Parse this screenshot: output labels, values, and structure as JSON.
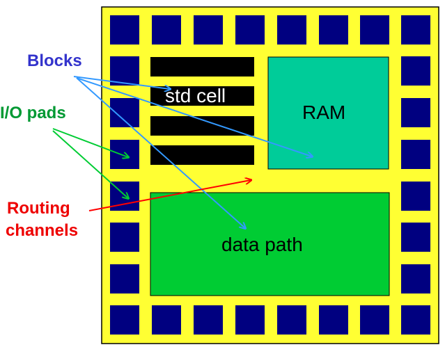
{
  "colors": {
    "die": "#ffff33",
    "pad": "#000080",
    "std_cell": "#000000",
    "ram": "#00cc99",
    "datapath": "#00cc33",
    "blocks_label": "#3333cc",
    "io_label": "#009933",
    "routing_label": "#ee0000",
    "blocks_arrow": "#3399ff",
    "io_arrow": "#00cc33",
    "routing_arrow": "#ff0000"
  },
  "labels": {
    "blocks": "Blocks",
    "io_pads": "I/O pads",
    "routing_line1": "Routing",
    "routing_line2": "channels",
    "std_cell": "std cell",
    "ram": "RAM",
    "data_path": "data path"
  }
}
